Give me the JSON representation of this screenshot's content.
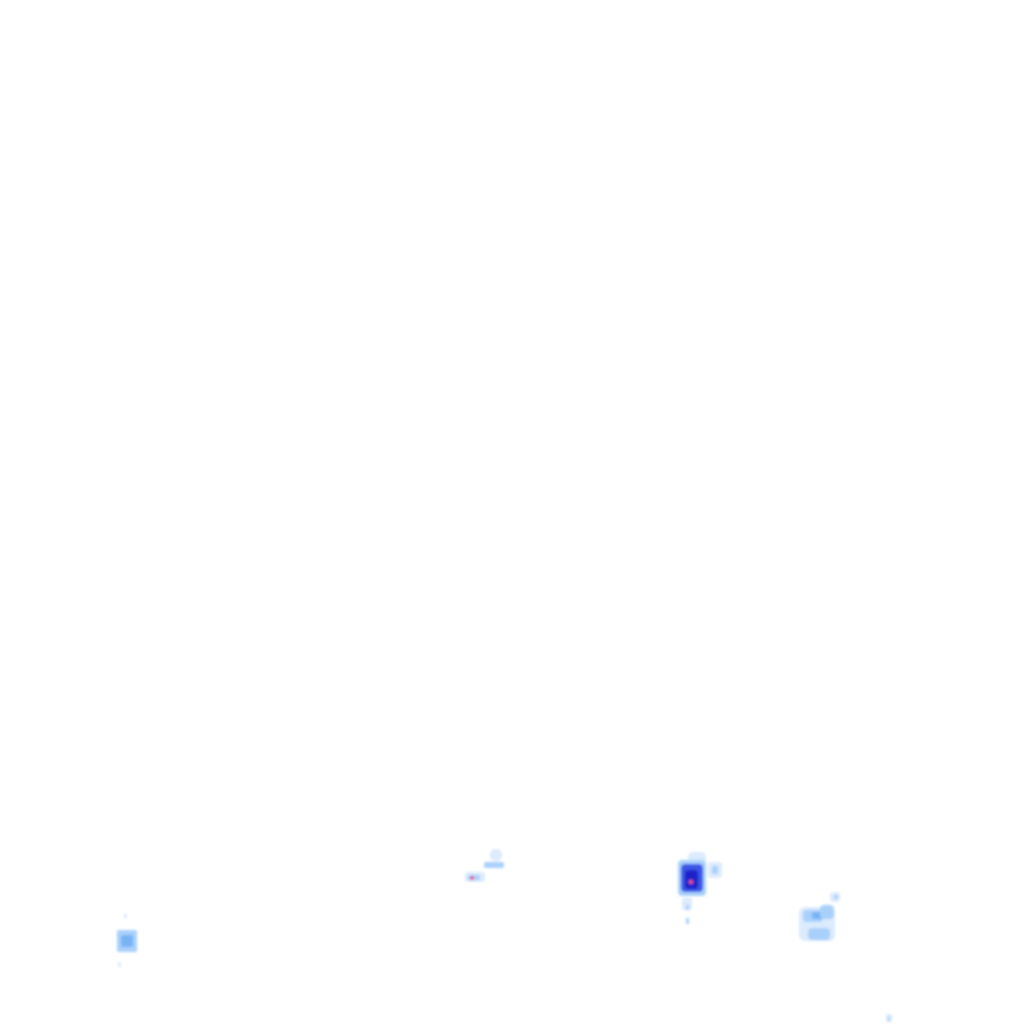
{
  "layer": {
    "type": "precipitation-radar-overlay",
    "background": "transparent",
    "intensity_colors": {
      "very_light": "#dcebfd",
      "light": "#a9d0fb",
      "moderate": "#78b4f5",
      "heavy": "#3b57e6",
      "very_heavy": "#1f22c9",
      "extreme": "#e0528f"
    },
    "echo_cells": [
      {
        "id": "cell-west",
        "peak_intensity": "moderate"
      },
      {
        "id": "cell-center",
        "peak_intensity": "extreme"
      },
      {
        "id": "cell-east",
        "peak_intensity": "extreme"
      },
      {
        "id": "cell-southeast",
        "peak_intensity": "moderate"
      },
      {
        "id": "cell-far-southeast",
        "peak_intensity": "very_light"
      }
    ]
  }
}
